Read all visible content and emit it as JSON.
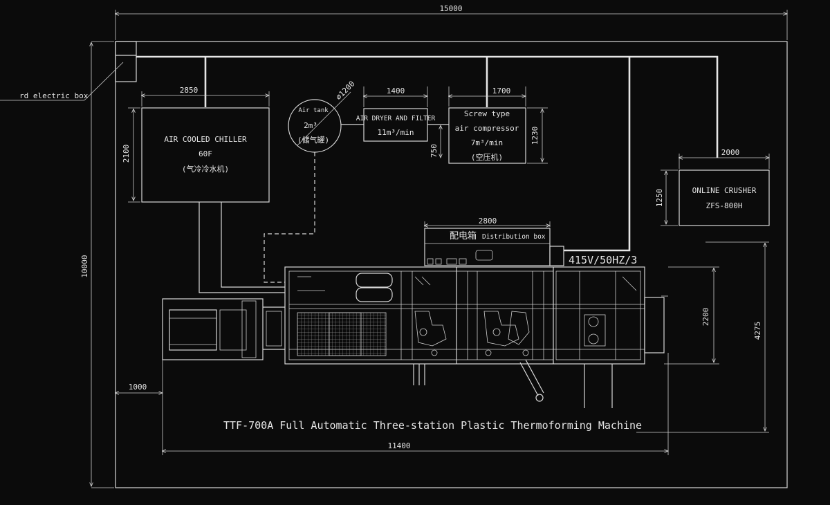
{
  "dimensions": {
    "overall_width": "15000",
    "overall_height": "10000",
    "chiller_width": "2850",
    "chiller_height": "2100",
    "tank_diameter": "⌀1200",
    "dryer_width": "1400",
    "compressor_width": "1700",
    "compressor_height": "1230",
    "dryer_height": "750",
    "crusher_width": "2000",
    "crusher_height": "1250",
    "distribution_width": "2800",
    "machine_height": "2200",
    "total_height": "4275",
    "left_margin": "1000",
    "machine_length": "11400"
  },
  "labels": {
    "electric_box": "rd electric box",
    "chiller_line1": "AIR COOLED CHILLER",
    "chiller_line2": "60F",
    "chiller_line3": "(气冷冷水机)",
    "tank_line1": "Air tank",
    "tank_line2": "2m³",
    "tank_line3": "(储气罐)",
    "dryer_line1": "AIR DRYER AND FILTER",
    "dryer_line2": "11m³/min",
    "compressor_line1": "Screw type",
    "compressor_line2": "air compressor",
    "compressor_line3": "7m³/min",
    "compressor_line4": "(空压机)",
    "crusher_line1": "ONLINE CRUSHER",
    "crusher_line2": "ZFS-800H",
    "distribution_cn": "配电箱",
    "distribution_en": "Distribution box",
    "power": "415V/50HZ/3",
    "machine_title": "TTF-700A Full Automatic Three-station Plastic Thermoforming Machine"
  },
  "colors": {
    "background": "#0b0b0b",
    "line": "#d9d9d9"
  }
}
